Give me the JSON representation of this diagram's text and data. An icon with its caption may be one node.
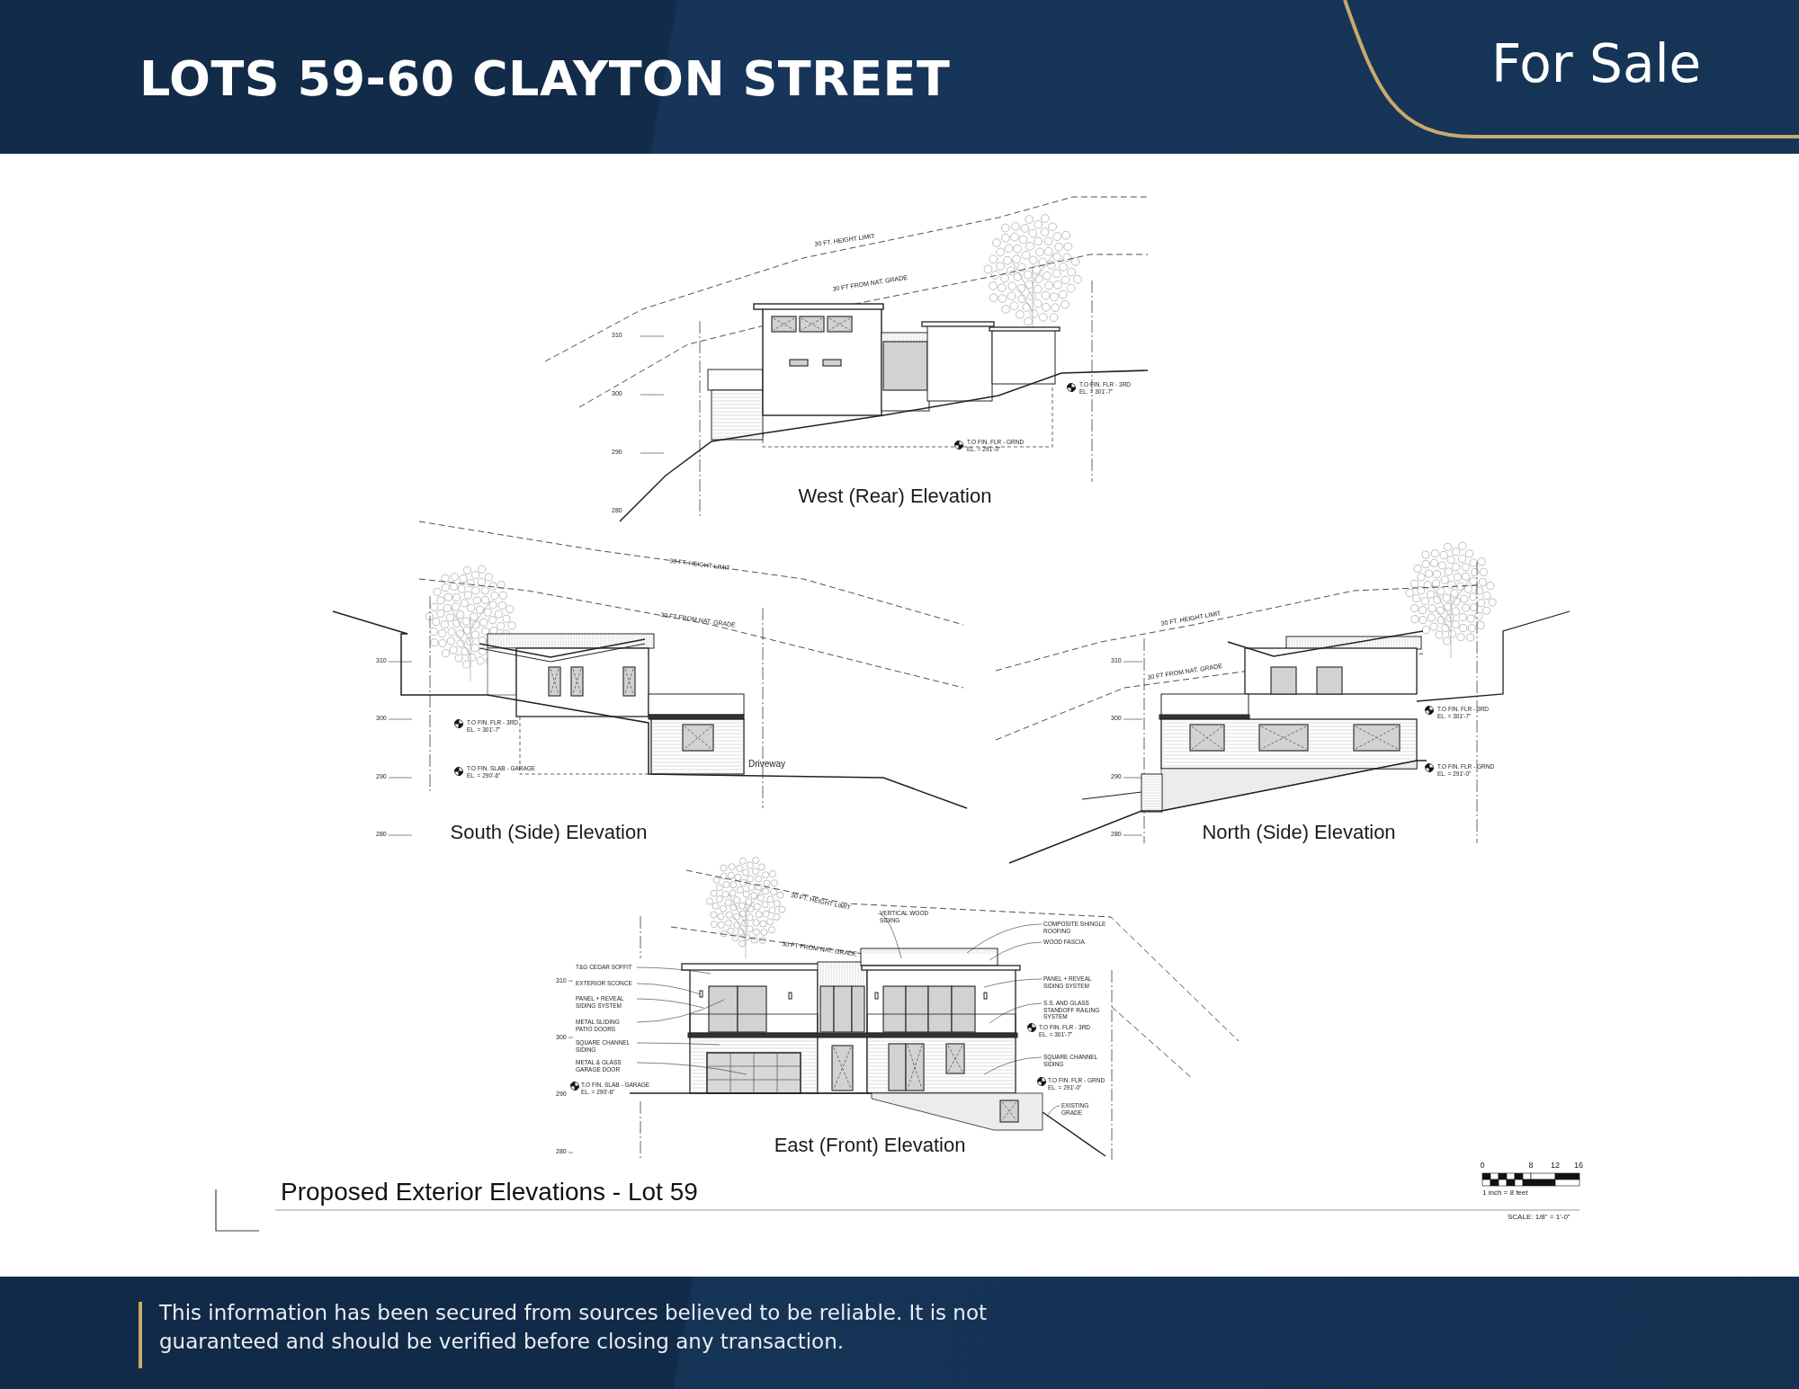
{
  "diagram": {
    "title": "LOTS 59-60 CLAYTON STREET",
    "caption": "Proposed Exterior Elevations - Lot 59",
    "nodes": [
      {
        "text": [
          "T&G CEDAR SOFFIT"
        ]
      },
      {
        "text": [
          "EXTERIOR SCONCE"
        ]
      },
      {
        "text": [
          "PANEL + REVEAL SIDING SYSTEM"
        ]
      },
      {
        "text": [
          "METAL SLIDING PATIO DOORS"
        ]
      },
      {
        "text": [
          "SQUARE CHANNEL SIDING"
        ]
      },
      {
        "text": [
          "METAL & GLASS GARAGE DOOR"
        ]
      },
      {
        "text": [
          "VERTICAL WOOD SIDING"
        ]
      },
      {
        "text": [
          "COMPOSITE SHINGLE ROOFING"
        ]
      },
      {
        "text": [
          "WOOD FASCIA"
        ]
      },
      {
        "text": [
          "PANEL + REVEAL SIDING SYSTEM"
        ]
      },
      {
        "text": [
          "S.S. AND GLASS STANDOFF RAILING SYSTEM"
        ]
      },
      {
        "text": [
          "SQUARE CHANNEL SIDING"
        ]
      },
      {
        "text": [
          "EXISTING GRADE"
        ]
      }
    ],
    "edges": [
      {
        "from": 0,
        "to": null,
        "arrow": "none"
      },
      {
        "from": 1,
        "to": null,
        "arrow": "none"
      },
      {
        "from": 2,
        "to": null,
        "arrow": "none"
      },
      {
        "from": 3,
        "to": null,
        "arrow": "none"
      },
      {
        "from": 4,
        "to": null,
        "arrow": "none"
      },
      {
        "from": 5,
        "to": null,
        "arrow": "none"
      },
      {
        "from": 6,
        "to": null,
        "arrow": "none"
      },
      {
        "from": 7,
        "to": null,
        "arrow": "none"
      },
      {
        "from": 8,
        "to": null,
        "arrow": "none"
      },
      {
        "from": 9,
        "to": null,
        "arrow": "none"
      },
      {
        "from": 10,
        "to": null,
        "arrow": "none"
      },
      {
        "from": 11,
        "to": null,
        "arrow": "none"
      },
      {
        "from": 12,
        "to": null,
        "arrow": "none"
      }
    ],
    "labels": [
      "For Sale",
      "30 FT. HEIGHT LIMIT",
      "30 FT FROM NAT. GRADE",
      "310",
      "300",
      "290",
      "280",
      "T.O FIN. FLR - 3RD",
      "EL. = 301'-7\"",
      "T.O FIN. FLR - GRND",
      "EL. = 291'-0\"",
      "West (Rear) Elevation",
      "30 FT. HEIGHT LIMIT",
      "30 FT FROM NAT. GRADE",
      "310",
      "300",
      "290",
      "280",
      "T.O FIN. FLR - 3RD",
      "EL. = 301'-7\"",
      "T.O FIN. SLAB - GARAGE",
      "EL. = 290'-6\"",
      "Driveway",
      "South (Side) Elevation",
      "30 FT. HEIGHT LIMIT",
      "30 FT FROM NAT. GRADE",
      "310",
      "300",
      "290",
      "280",
      "T.O FIN. FLR - 3RD",
      "EL. = 301'-7\"",
      "T.O FIN. FLR - GRND",
      "EL. = 291'-0\"",
      "North (Side) Elevation",
      "30 FT. HEIGHT LIMIT",
      "30 FT FROM NAT. GRADE",
      "310",
      "300",
      "290",
      "280",
      "T.O FIN. SLAB - GARAGE",
      "EL. = 290'-6\"",
      "T.O FIN. FLR - 3RD",
      "EL. = 301'-7\"",
      "T.O FIN. FLR - GRND",
      "EL. = 291'-0\"",
      "East (Front) Elevation",
      "0",
      "8",
      "12",
      "16",
      "1 inch = 8 feet",
      "SCALE: 1/8\" = 1'-0\"",
      "This information has been secured from sources believed to be reliable. It is not guaranteed and should be verified before closing any transaction."
    ]
  }
}
